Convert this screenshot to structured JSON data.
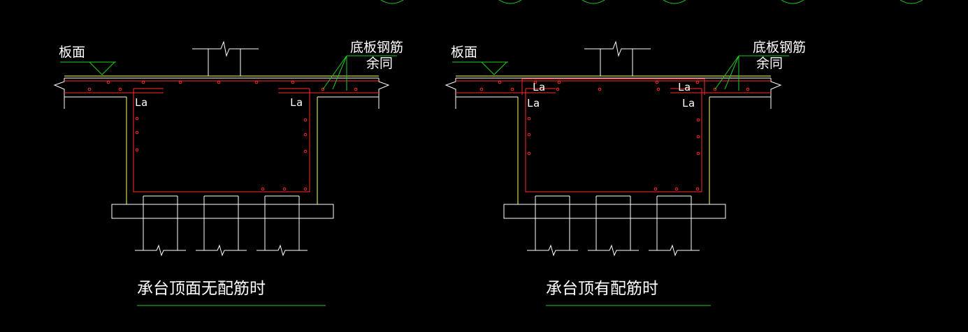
{
  "colors": {
    "background": "#000000",
    "concrete_outline": "#ffffff",
    "slab_top": "#ffff66",
    "rebar": "#ff2a2a",
    "annotation": "#22cc22",
    "text": "#ffffff"
  },
  "left_figure": {
    "label_slab_surface": "板面",
    "label_bottom_rebar": "底板钢筋",
    "label_same_below": "余同",
    "anchor_label_left": "La",
    "anchor_label_right": "La",
    "caption": "承台顶面无配筋时"
  },
  "right_figure": {
    "label_slab_surface": "板面",
    "label_bottom_rebar": "底板钢筋",
    "label_same_below": "余同",
    "anchor_label_top_left": "La",
    "anchor_label_top_right": "La",
    "anchor_label_left": "La",
    "anchor_label_right": "La",
    "caption": "承台顶有配筋时"
  }
}
